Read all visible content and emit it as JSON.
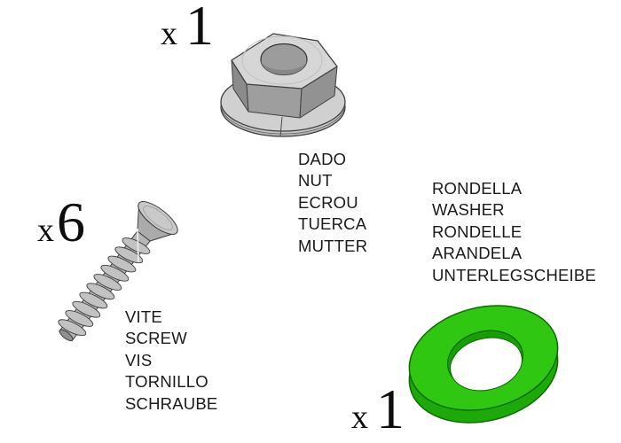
{
  "sheet": {
    "kind": "assembly-parts-list",
    "background_color": "#ffffff",
    "text_color": "#1a1a1a"
  },
  "parts": [
    {
      "id": "nut",
      "illustration": "flange-hex-nut",
      "quantity_prefix": "x",
      "quantity": "1",
      "names": [
        "DADO",
        "NUT",
        "ECROU",
        "TUERCA",
        "MUTTER"
      ],
      "body_color": "#d4d4d4",
      "shade_color": "#9e9e9e",
      "outline_color": "#3f3f3f"
    },
    {
      "id": "screw",
      "illustration": "countersunk-wood-screw",
      "quantity_prefix": "x",
      "quantity": "6",
      "names": [
        "VITE",
        "SCREW",
        "VIS",
        "TORNILLO",
        "SCHRAUBE"
      ],
      "body_color": "#b6b6b6",
      "shade_color": "#8f8f8f",
      "outline_color": "#3f3f3f"
    },
    {
      "id": "washer",
      "illustration": "flat-washer",
      "quantity_prefix": "x",
      "quantity": "1",
      "names": [
        "RONDELLA",
        "WASHER",
        "RONDELLE",
        "ARANDELA",
        "UNTERLEGSCHEIBE"
      ],
      "body_color": "#2fc711",
      "shade_color": "#1daa09",
      "bore_color": "#179e05",
      "outline_color": "#0a6b00"
    }
  ]
}
